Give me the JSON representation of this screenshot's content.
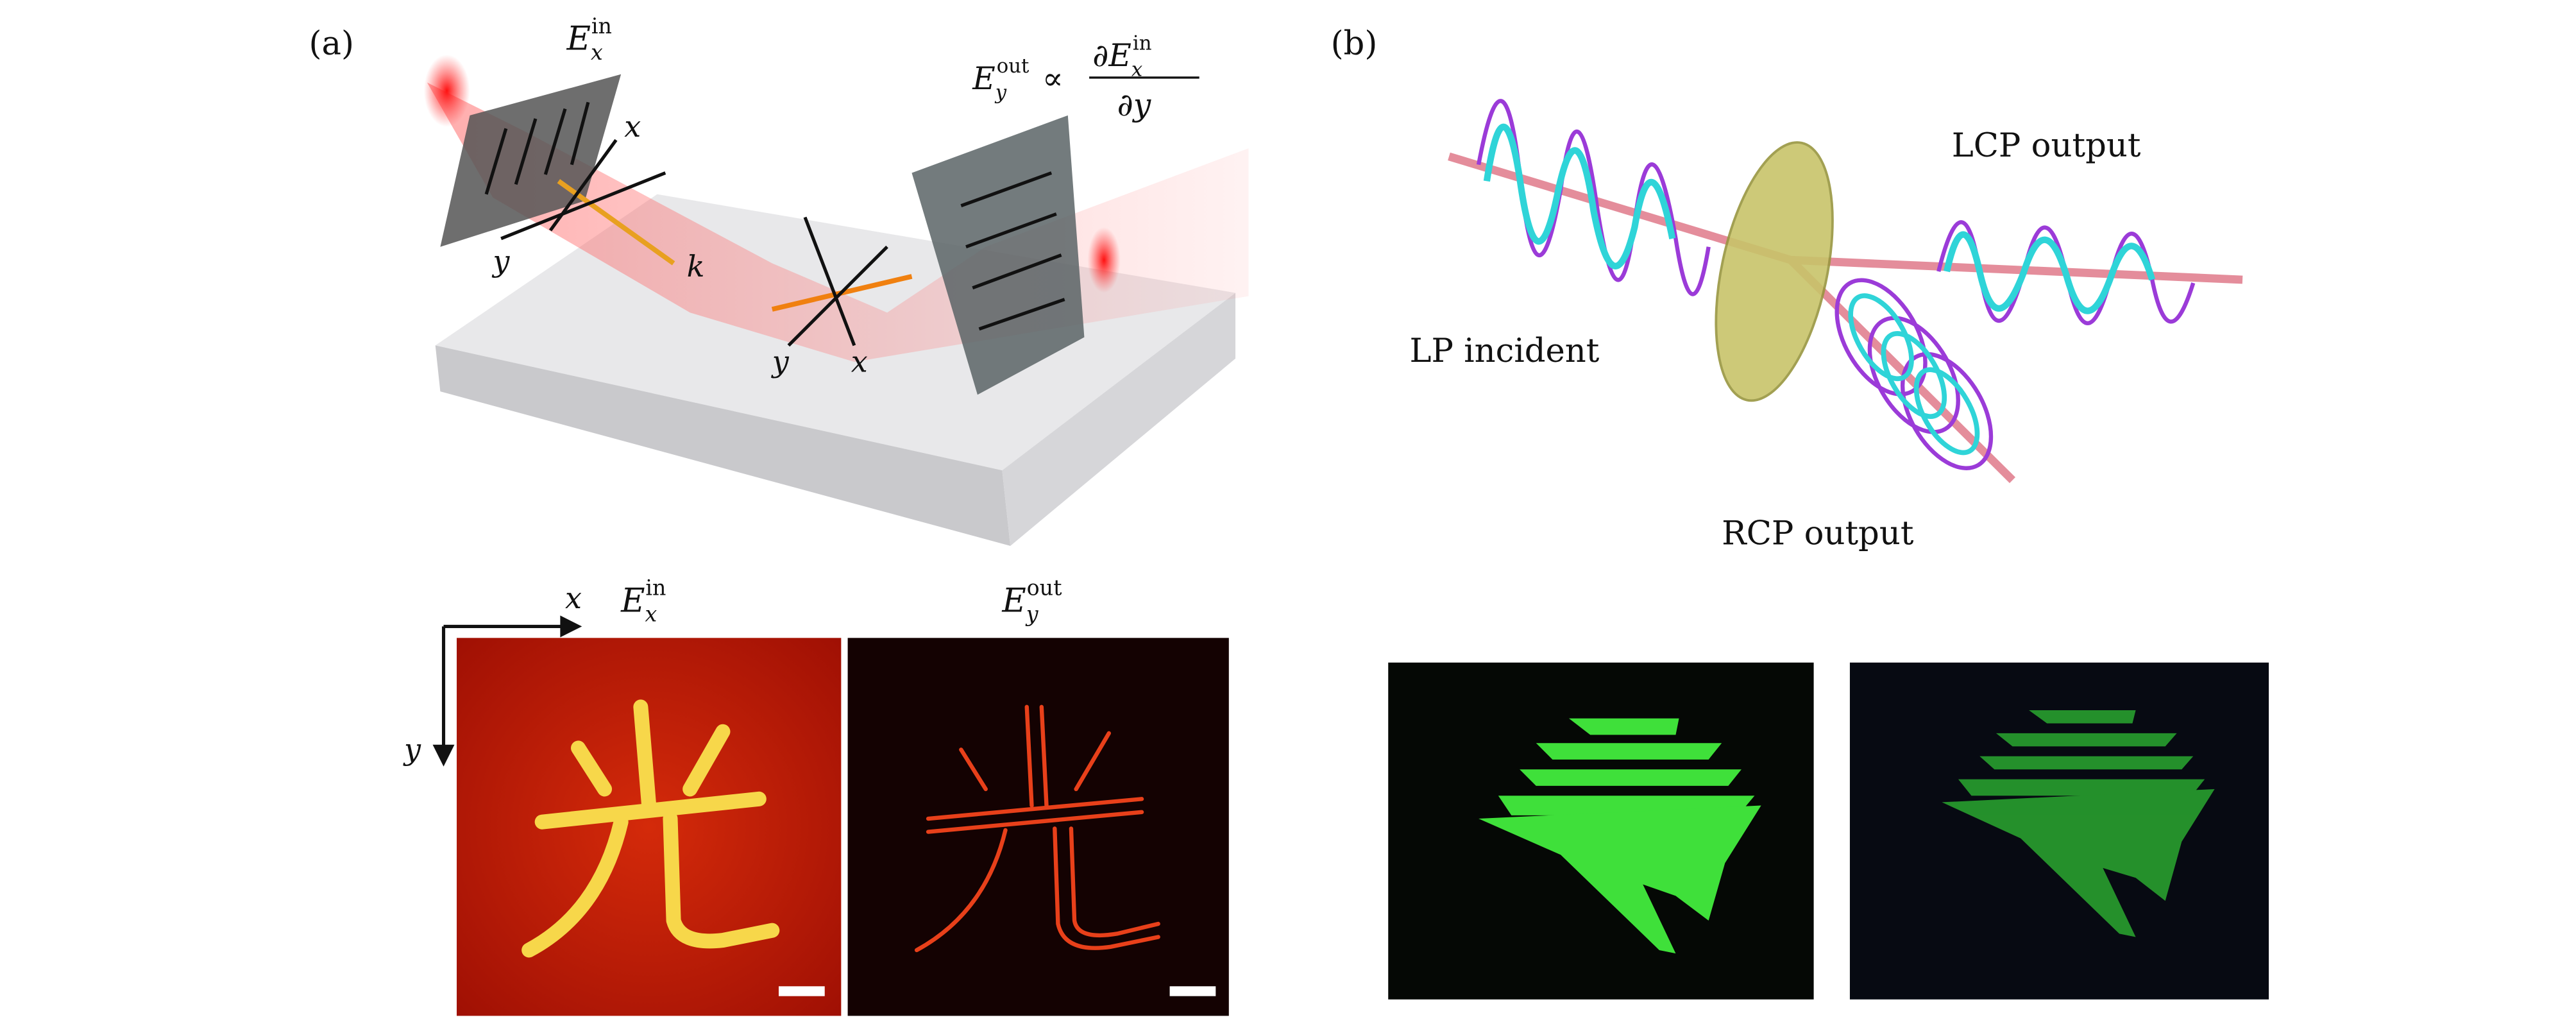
{
  "panel_a": {
    "label": "(a)",
    "input_field": {
      "base": "E",
      "sub": "x",
      "sup": "in"
    },
    "output_field": {
      "base": "E",
      "sub": "y",
      "sup": "out",
      "relation": "∝",
      "num_prefix": "∂",
      "num_base": "E",
      "num_sub": "x",
      "num_sup": "in",
      "den": "∂y"
    },
    "axes_in": {
      "x": "x",
      "y": "y",
      "k": "k"
    },
    "axes_out": {
      "x": "x",
      "y": "y"
    },
    "image_axes": {
      "x": "x",
      "y": "y"
    },
    "image_left_title": {
      "base": "E",
      "sub": "x",
      "sup": "in"
    },
    "image_right_title": {
      "base": "E",
      "sub": "y",
      "sup": "out"
    },
    "colors": {
      "input_image_bg": "#b81806",
      "glyph": "#f7d74a",
      "output_image_bg": "#120202",
      "edge": "#e8401a"
    }
  },
  "panel_b": {
    "label": "(b)",
    "lcp_label": "LCP output",
    "lp_label": "LP incident",
    "rcp_label": "RCP output",
    "colors": {
      "beam": "#e07a8a",
      "wave": "#2fd4d8",
      "envelope": "#9b3bd8",
      "metasurface": "#c8c46a",
      "green": "#3fe03a"
    }
  }
}
